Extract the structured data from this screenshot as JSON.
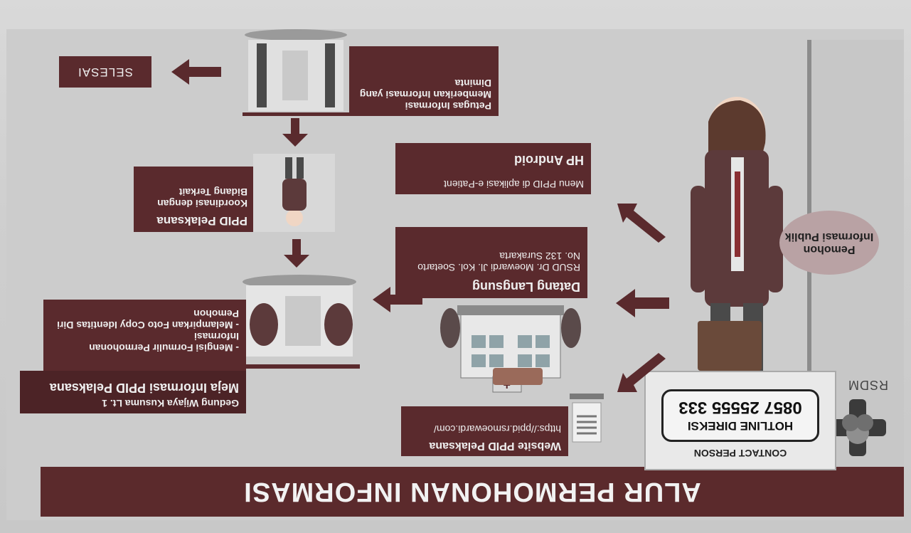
{
  "title": "ALUR PERMOHONAN INFORMASI",
  "logo_text": "RSDM",
  "requester": "Pemohon Informasi Publik",
  "contact": {
    "label": "CONTACT PERSON",
    "hotline_label": "HOTLINE DIREKSI",
    "hotline_number": "0857 25555 333"
  },
  "channels": [
    {
      "title": "Website PPID Pelaksana",
      "detail": "https://ppid.rsmoewardi.com/"
    },
    {
      "title": "Datang Langsung",
      "detail": "RSUD Dr. Moewardi Jl. Kol. Soetarto No. 132 Surakarta"
    },
    {
      "title": "HP Android",
      "detail": "Menu PPID di aplikasi e-Patient"
    }
  ],
  "steps": [
    {
      "title": "Meja Informasi PPID Pelaksana",
      "detail": "Gedung Wijaya Kusuma Lt. 1"
    },
    {
      "detail": "- Mengisi Formulir Permohonan Informasi\n- Melampirkan Foto Copy Identitas Diri Pemohon"
    },
    {
      "title": "PPID Pelaksana",
      "detail": "Koordinasi dengan Bidang Terkait"
    },
    {
      "detail": "Petugas Informasi Memberikan Informasi yang Diminta"
    }
  ],
  "finish": "SELESAI",
  "colors": {
    "box": "#5a2a2d",
    "title_bar": "#5b2a2c",
    "paper": "#cccccc"
  }
}
